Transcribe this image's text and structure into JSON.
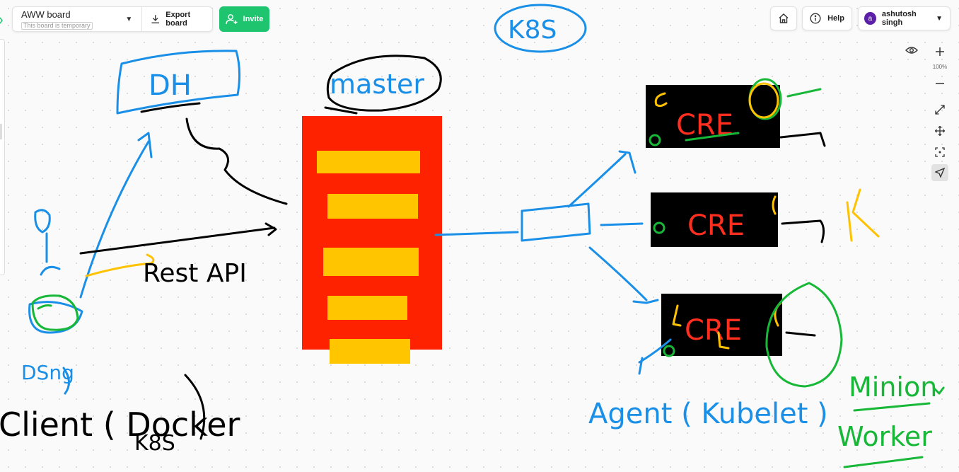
{
  "board": {
    "name": "AWW board",
    "temp_label": "This board is temporary",
    "export_label": "Export board",
    "invite_label": "Invite"
  },
  "header": {
    "help_label": "Help",
    "user_name": "ashutosh singh",
    "avatar_letter": "a"
  },
  "zoom": {
    "level": "100%"
  },
  "icons": {
    "dropdown": "chevron-down-icon",
    "export": "download-icon",
    "invite": "add-user-icon",
    "home": "home-icon",
    "help": "info-icon",
    "eye": "eye-icon",
    "zoom_in": "plus-icon",
    "zoom_out": "minus-icon",
    "fullscreen": "expand-icon",
    "pan": "move-icon",
    "fit": "fit-screen-icon",
    "pointer": "pointer-icon"
  },
  "colors": {
    "invite": "#1fc46e",
    "avatar": "#5b1fa8",
    "blue_ink": "#1a8fe8",
    "black_ink": "#000000",
    "green_ink": "#17b838",
    "yellow_ink": "#ffc200",
    "red_ink": "#ff2e1f",
    "master_fill": "#ff2200",
    "slot_fill": "#ffc600"
  },
  "canvas_text": {
    "dh": "DH",
    "master": "master",
    "k8s_top": "K8S",
    "rest_api": "Rest API",
    "dsng": "DSng",
    "client_line1": "Client ( Docker",
    "client_line2": "K8S",
    "cre": "CRE",
    "agent": "Agent ( Kubelet )",
    "minion": "Minion",
    "worker": "Worker",
    "k_mark": "K"
  }
}
